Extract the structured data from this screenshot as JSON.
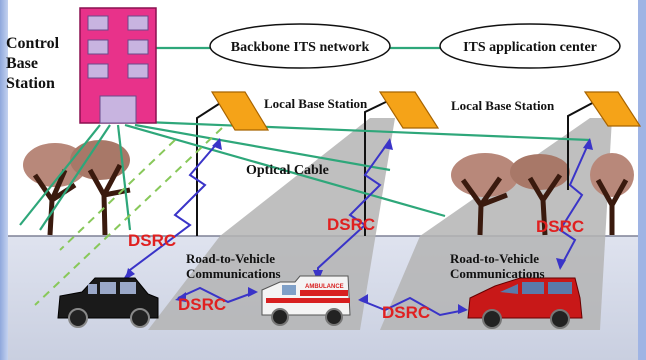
{
  "labels": {
    "control_station": [
      "Control",
      "Base",
      "Station"
    ],
    "backbone": "Backbone ITS network",
    "app_center": "ITS application center",
    "local_base_1": "Local Base Station",
    "local_base_2": "Local Base Station",
    "optical_cable": "Optical Cable",
    "dsrc": "DSRC",
    "rtv_1": [
      "Road-to-Vehicle",
      "Communications"
    ],
    "rtv_2": [
      "Road-to-Vehicle",
      "Communications"
    ],
    "ambulance_text": "AMBULANCE"
  },
  "colors": {
    "building": "#e8328a",
    "window": "#c8b4e0",
    "antenna": "#f5a318",
    "cable": "#2ea77a",
    "dsrc_text": "#e02020",
    "link_arrow": "#3a34c8",
    "coverage": "#b8b8b8",
    "road": "#d4d9e8",
    "tree": "#5a2a1a"
  },
  "icons": [
    "control-building-icon",
    "antenna-icon",
    "tree-icon",
    "taxi-icon",
    "ambulance-icon",
    "suv-icon"
  ]
}
